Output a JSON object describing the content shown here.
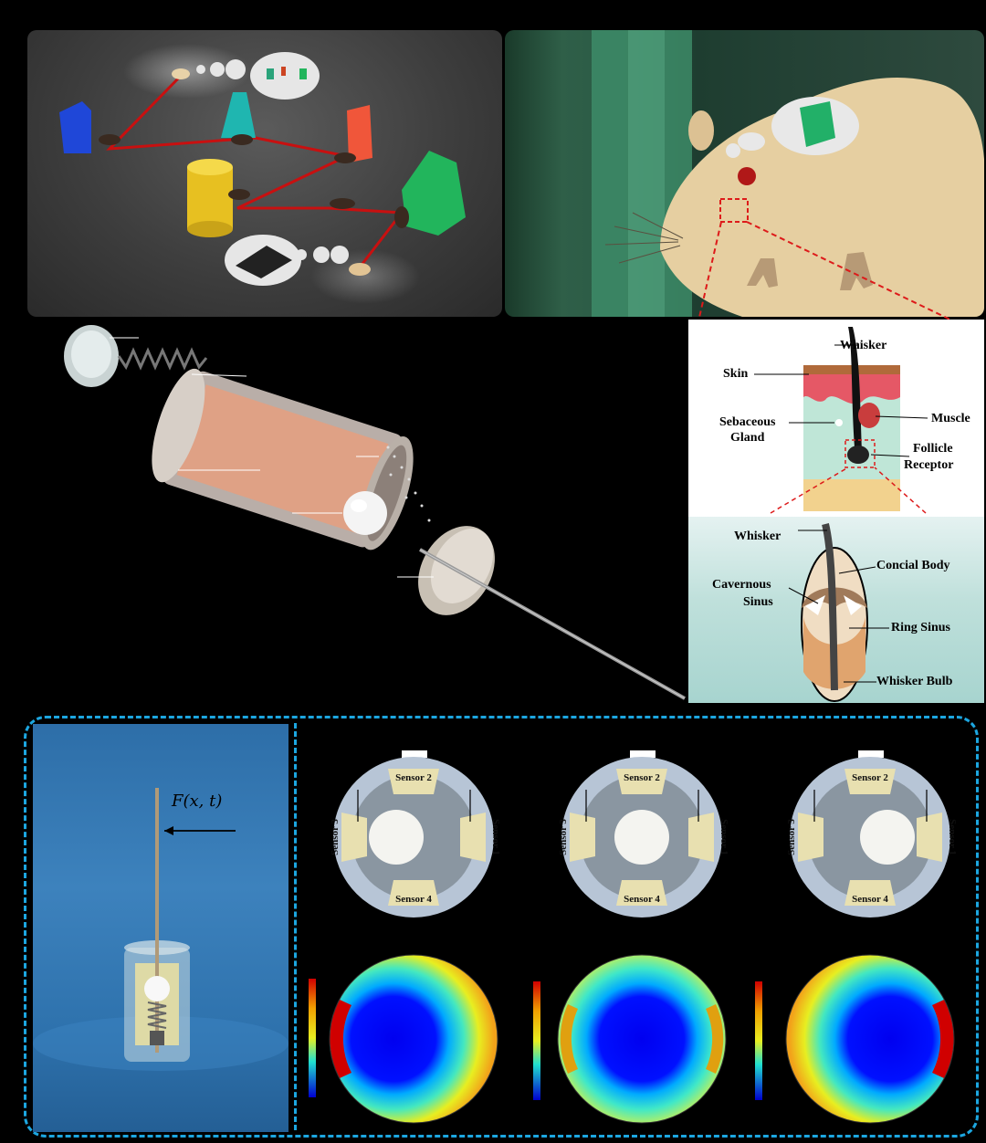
{
  "anatomy_top": {
    "whisker": "Whisker",
    "skin": "Skin",
    "muscle": "Muscle",
    "sebaceous_1": "Sebaceous",
    "sebaceous_2": "Gland",
    "follicle_1": "Follicle",
    "follicle_2": "Receptor"
  },
  "anatomy_bottom": {
    "whisker": "Whisker",
    "concial_body": "Concial Body",
    "cavernous_1": "Cavernous",
    "cavernous_2": "Sinus",
    "ring_sinus": "Ring Sinus",
    "whisker_bulb": "Whisker Bulb"
  },
  "force_label": "F(x, t)",
  "sensors": {
    "s1": "Sensor 1",
    "s2": "Sensor 2",
    "s3": "Sensor 3",
    "s4": "Sensor 4"
  },
  "colors": {
    "frame": "#1ca6e0",
    "field_low": "#0000ff",
    "field_high": "#e00000"
  }
}
